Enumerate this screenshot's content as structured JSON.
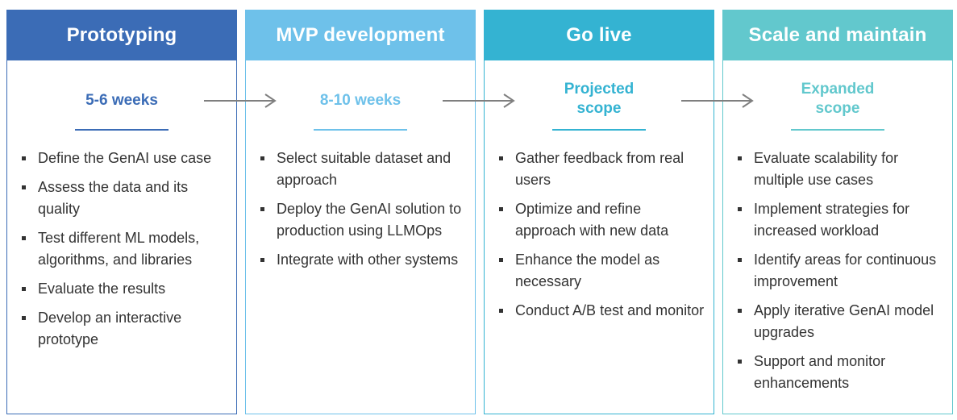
{
  "colors": {
    "prototyping": "#3b6cb6",
    "mvp": "#6ec1ea",
    "golive": "#34b3d2",
    "scale": "#62c8cd",
    "text": "#333333",
    "arrow": "#7f7f7f"
  },
  "phases": [
    {
      "title": "Prototyping",
      "duration": "5-6 weeks",
      "tasks": [
        "Define the GenAI use case",
        "Assess the data and its quality",
        "Test different ML models, algorithms, and libraries",
        "Evaluate the results",
        "Develop an interactive prototype"
      ]
    },
    {
      "title": "MVP development",
      "duration": "8-10 weeks",
      "tasks": [
        "Select suitable dataset and approach",
        "Deploy the GenAI solution to production using LLMOps",
        "Integrate with other systems"
      ]
    },
    {
      "title": "Go live",
      "duration": "Projected scope",
      "tasks": [
        "Gather feedback from real users",
        "Optimize and refine approach with new data",
        "Enhance the model as necessary",
        "Conduct A/B test and monitor"
      ]
    },
    {
      "title": "Scale and maintain",
      "duration": "Expanded scope",
      "tasks": [
        "Evaluate scalability for multiple use cases",
        "Implement strategies for increased workload",
        "Identify areas for continuous improvement",
        "Apply iterative GenAI model upgrades",
        "Support and monitor enhancements"
      ]
    }
  ]
}
